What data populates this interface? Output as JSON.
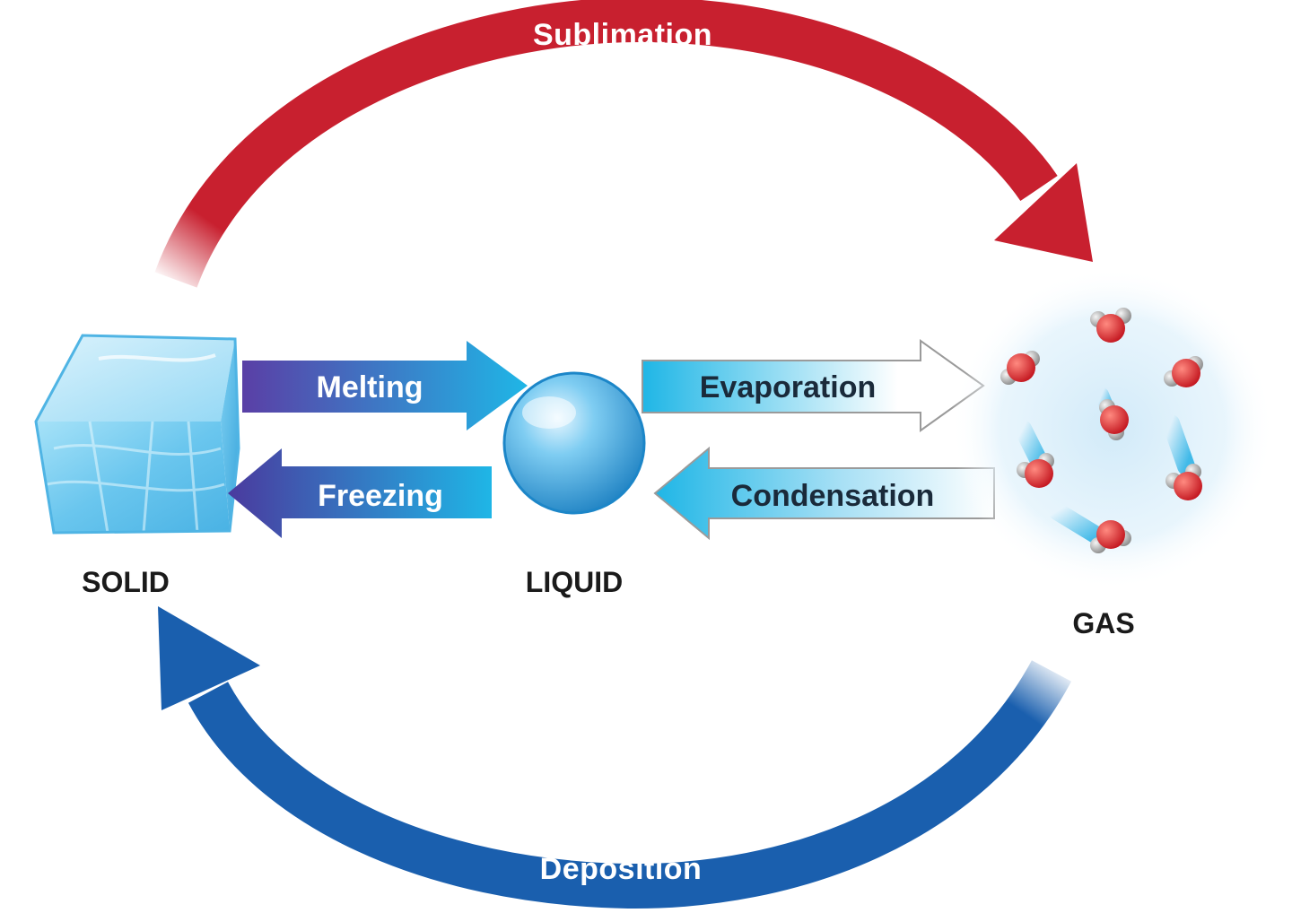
{
  "states": {
    "solid": "SOLID",
    "liquid": "LIQUID",
    "gas": "GAS"
  },
  "transitions": {
    "sublimation": "Sublimation",
    "deposition": "Deposition",
    "melting": "Melting",
    "freezing": "Freezing",
    "evaporation": "Evaporation",
    "condensation": "Condensation"
  },
  "colors": {
    "sublimation": "#c8202f",
    "deposition": "#1a5fae",
    "melting_start": "#5a3fa6",
    "melting_end": "#1fb6e6",
    "condensation": "#1fb6e6",
    "ice": "#7fd0f2",
    "droplet": "#3ea9e0",
    "oxygen": "#d9232d",
    "hydrogen": "#9a9a9a"
  }
}
